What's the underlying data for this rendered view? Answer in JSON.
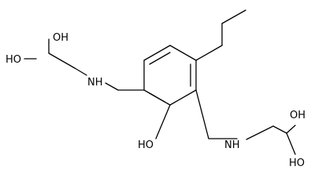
{
  "molecule": {
    "labels": {
      "oh_top_1": "OH",
      "oh_top_2": "HO",
      "nh_left": "NH",
      "oh_phenol": "HO",
      "nh_right": "NH",
      "oh_right_1": "OH",
      "oh_right_2": "HO"
    }
  }
}
